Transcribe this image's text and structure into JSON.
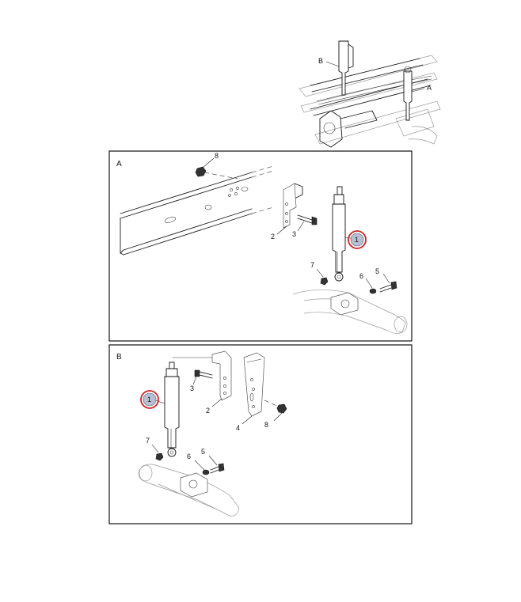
{
  "overview": {
    "label_a": "A",
    "label_b": "B"
  },
  "panel_a": {
    "label": "A",
    "callouts": {
      "c1": "1",
      "c2": "2",
      "c3": "3",
      "c5": "5",
      "c6": "6",
      "c7": "7",
      "c8": "8"
    }
  },
  "panel_b": {
    "label": "B",
    "callouts": {
      "c1": "1",
      "c2": "2",
      "c3": "3",
      "c4": "4",
      "c5": "5",
      "c6": "6",
      "c7": "7",
      "c8": "8"
    }
  },
  "colors": {
    "highlight_ring": "#cc2222",
    "highlight_fill": "#b7bfd4"
  }
}
